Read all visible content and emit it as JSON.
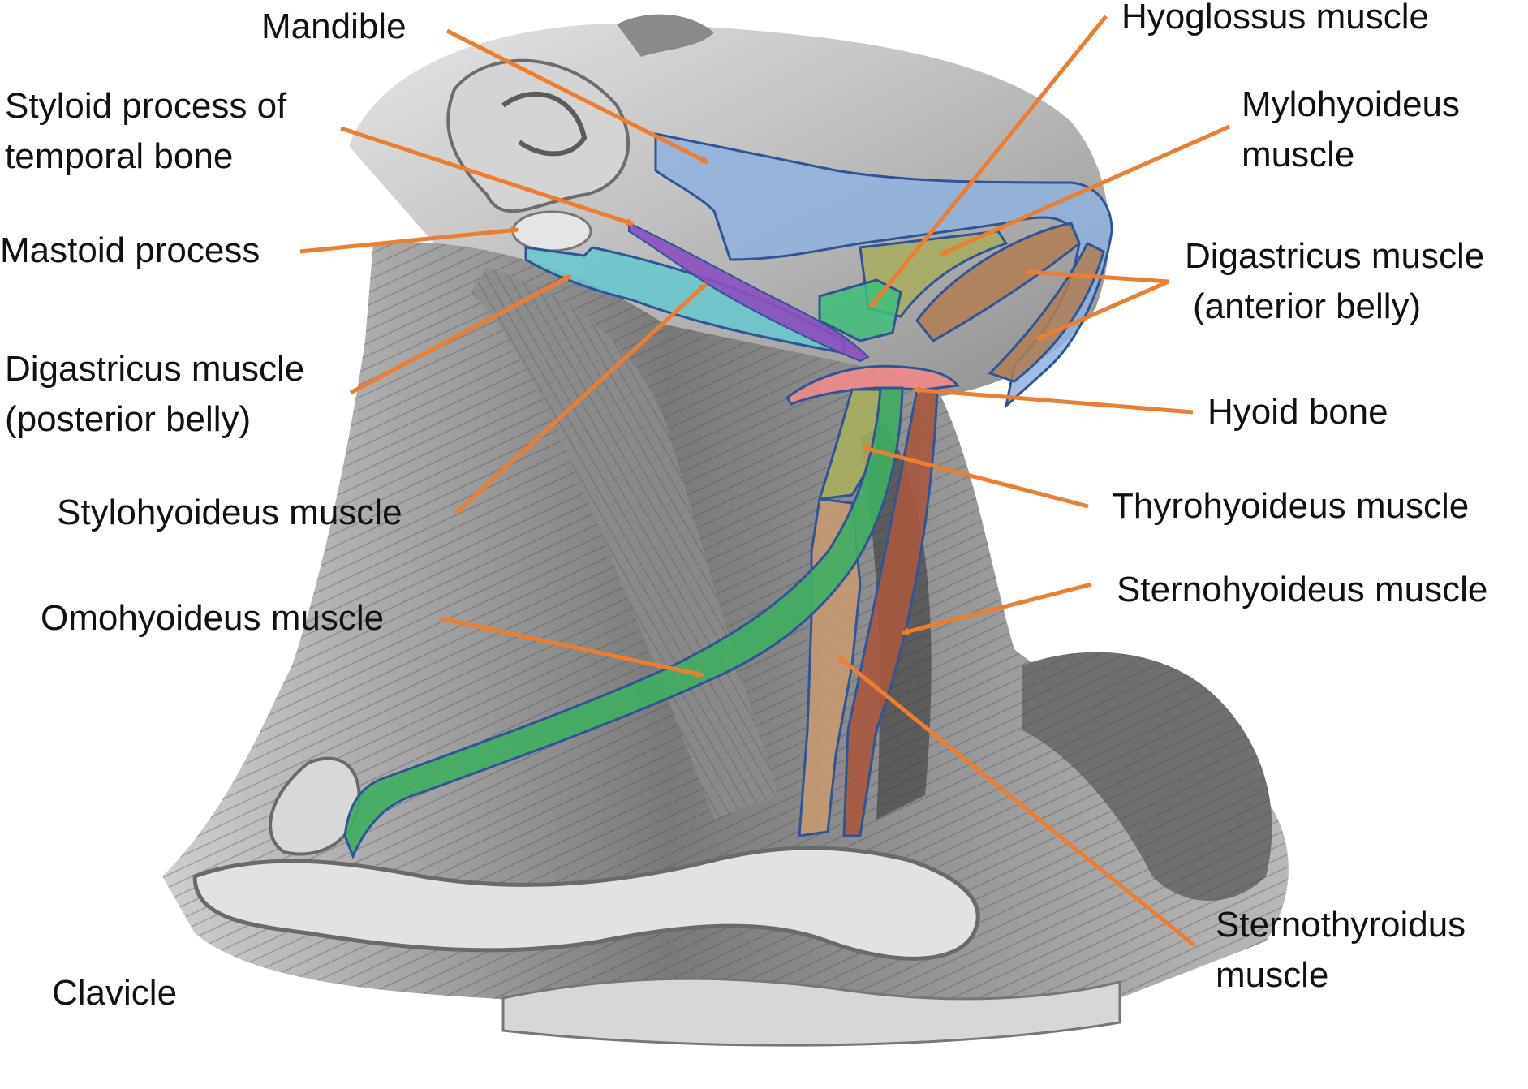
{
  "labels": {
    "mandible": "Mandible",
    "styloid_1": "Styloid process of",
    "styloid_2": "temporal bone",
    "mastoid": "Mastoid process",
    "digastric_post_1": "Digastricus muscle",
    "digastric_post_2": "(posterior belly)",
    "stylohyoid": "Stylohyoideus muscle",
    "omohyoid": "Omohyoideus muscle",
    "clavicle": "Clavicle",
    "hyoglossus": "Hyoglossus muscle",
    "mylohyoid_1": "Mylohyoideus",
    "mylohyoid_2": "muscle",
    "digastric_ant_1": "Digastricus muscle",
    "digastric_ant_2": "(anterior belly)",
    "hyoid": "Hyoid bone",
    "thyrohyoid": "Thyrohyoideus muscle",
    "sternohyoid": "Sternohyoideus muscle",
    "sternothyroid_1": "Sternothyroidus",
    "sternothyroid_2": "muscle"
  },
  "colors": {
    "arrow": "#ED7D31",
    "mandible": "#8FB2DE",
    "outline": "#2F5597",
    "digastric_posterior": "#66C8CF",
    "stylohyoid": "#8B4FBF",
    "omohyoid": "#3FAE62",
    "hyoid": "#F08A8A",
    "thyrohyoid": "#A9B25A",
    "sternohyoid": "#A9583E",
    "sternothyroid": "#C99A70",
    "mylohyoid": "#A8AD5E",
    "digastric_anterior": "#B07E52",
    "hyoglossus": "#3FBE7A"
  }
}
